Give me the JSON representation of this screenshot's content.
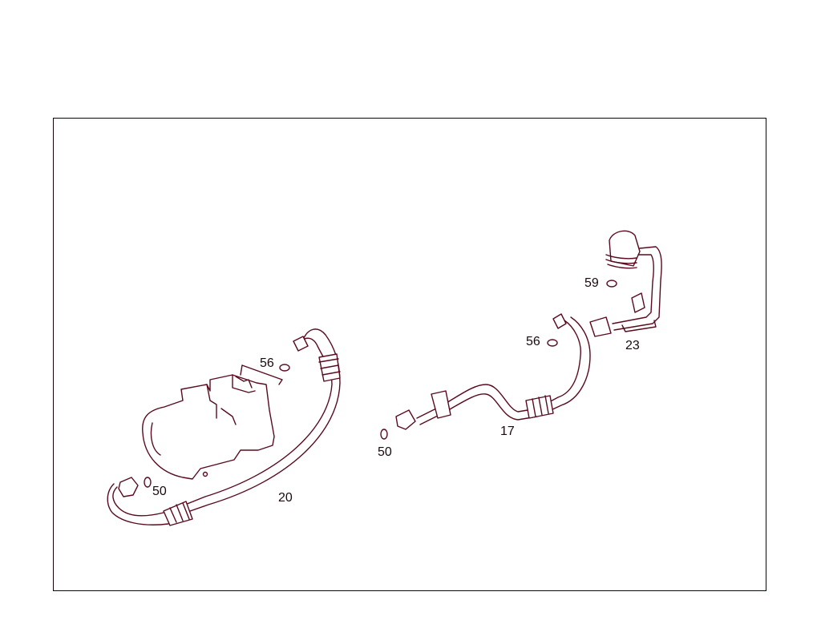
{
  "diagram": {
    "type": "exploded parts diagram",
    "subject": "A/C compressor and refrigerant lines",
    "line_color": "#5a0a1e",
    "frame_color": "#1a0008",
    "callouts": [
      {
        "id": "c20",
        "label": "20",
        "part": "hose line (compressor)"
      },
      {
        "id": "c56a",
        "label": "56",
        "part": "o-ring at compressor"
      },
      {
        "id": "c50a",
        "label": "50",
        "part": "o-ring at hose end"
      },
      {
        "id": "c17",
        "label": "17",
        "part": "refrigerant line"
      },
      {
        "id": "c50b",
        "label": "50",
        "part": "o-ring at line end"
      },
      {
        "id": "c56b",
        "label": "56",
        "part": "o-ring at line"
      },
      {
        "id": "c59",
        "label": "59",
        "part": "o-ring at pipe"
      },
      {
        "id": "c23",
        "label": "23",
        "part": "pipe line"
      }
    ]
  }
}
